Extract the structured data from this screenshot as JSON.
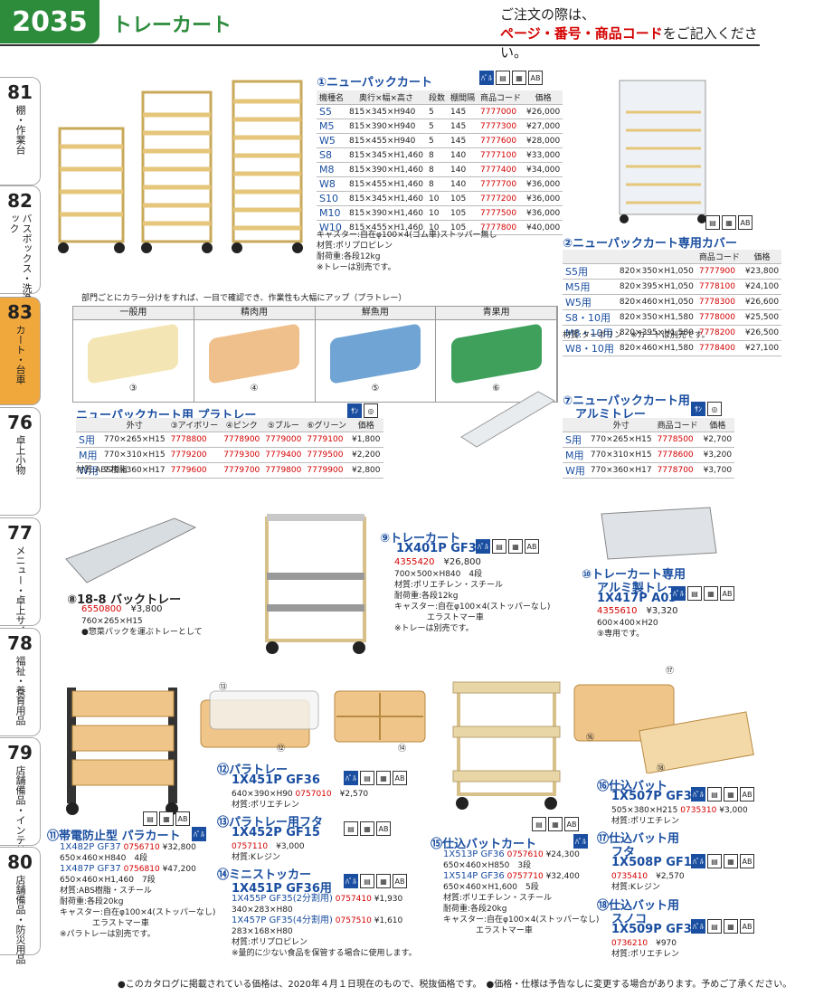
{
  "header": {
    "page_number": "2035",
    "title": "トレーカート",
    "order_note_line1": "ご注文の際は、",
    "order_note_line2_red": "ページ・番号・商品コード",
    "order_note_line2_rest": "をご記入ください。"
  },
  "sidebar": [
    {
      "num": "81",
      "label": "棚・作業台"
    },
    {
      "num": "82",
      "label": "バスボックス・洗浄ラック"
    },
    {
      "num": "83",
      "label": "カート・台車"
    },
    {
      "num": "76",
      "label": "卓上小物"
    },
    {
      "num": "77",
      "label": "メニュー・卓上サイン"
    },
    {
      "num": "78",
      "label": "福祉・養育用品"
    },
    {
      "num": "79",
      "label": "店舗備品・インテリア"
    },
    {
      "num": "80",
      "label": "店舗備品・防災用品"
    }
  ],
  "item1": {
    "title": "①ニューパックカート",
    "headers": [
      "機種名",
      "奥行×幅×高さ",
      "段数",
      "棚間隔",
      "商品コード",
      "価格"
    ],
    "rows": [
      [
        "S5",
        "815×345×H940",
        "5",
        "145",
        "7777000",
        "¥26,000"
      ],
      [
        "M5",
        "815×390×H940",
        "5",
        "145",
        "7777300",
        "¥27,000"
      ],
      [
        "W5",
        "815×455×H940",
        "5",
        "145",
        "7777600",
        "¥28,000"
      ],
      [
        "S8",
        "815×345×H1,460",
        "8",
        "140",
        "7777100",
        "¥33,000"
      ],
      [
        "M8",
        "815×390×H1,460",
        "8",
        "140",
        "7777400",
        "¥34,000"
      ],
      [
        "W8",
        "815×455×H1,460",
        "8",
        "140",
        "7777700",
        "¥36,000"
      ],
      [
        "S10",
        "815×345×H1,460",
        "10",
        "105",
        "7777200",
        "¥36,000"
      ],
      [
        "M10",
        "815×390×H1,460",
        "10",
        "105",
        "7777500",
        "¥36,000"
      ],
      [
        "W10",
        "815×455×H1,460",
        "10",
        "105",
        "7777800",
        "¥40,000"
      ]
    ],
    "notes": [
      "キャスター:自在φ100×4(ゴム車)ストッパー無し",
      "材質:ポリプロピレン",
      "耐荷重:各段12kg",
      "※トレーは別売です。"
    ]
  },
  "item2": {
    "title": "②ニューパックカート専用カバー",
    "headers": [
      "",
      "",
      "商品コード",
      "価格"
    ],
    "rows": [
      [
        "S5用",
        "820×350×H1,050",
        "7777900",
        "¥23,800"
      ],
      [
        "M5用",
        "820×395×H1,050",
        "7778100",
        "¥24,100"
      ],
      [
        "W5用",
        "820×460×H1,050",
        "7778300",
        "¥26,600"
      ],
      [
        "S8・10用",
        "820×350×H1,580",
        "7778000",
        "¥25,500"
      ],
      [
        "M8・10用",
        "820×395×H1,580",
        "7778200",
        "¥26,500"
      ],
      [
        "W8・10用",
        "820×460×H1,580",
        "7778400",
        "¥27,100"
      ]
    ],
    "note": "材質:ターポリン　※カートは別売です。"
  },
  "color_note": "部門ごとにカラー分けをすれば、一目で確認でき、作業性も大幅にアップ（プラトレー）",
  "color_panel": {
    "labels": [
      "一般用",
      "精肉用",
      "鮮魚用",
      "青果用"
    ],
    "nums": [
      "③",
      "④",
      "⑤",
      "⑥"
    ],
    "colors": [
      "#f4e6b4",
      "#f0c08c",
      "#6fa4d4",
      "#3fa05c"
    ]
  },
  "plat_tray": {
    "title": "ニューパックカート用 プラトレー",
    "headers": [
      "",
      "外寸",
      "③アイボリー",
      "④ピンク",
      "⑤ブルー",
      "⑥グリーン",
      "価格"
    ],
    "rows": [
      [
        "S用",
        "770×265×H15",
        "7778800",
        "7778900",
        "7779000",
        "7779100",
        "¥1,800"
      ],
      [
        "M用",
        "770×310×H15",
        "7779200",
        "7779300",
        "7779400",
        "7779500",
        "¥2,200"
      ],
      [
        "W用",
        "770×360×H17",
        "7779600",
        "7779700",
        "7779800",
        "7779900",
        "¥2,800"
      ]
    ],
    "note": "材質:ABS樹脂"
  },
  "item7": {
    "title_line1": "⑦ニューパックカート用",
    "title_line2": "アルミトレー",
    "headers": [
      "",
      "外寸",
      "商品コード",
      "価格"
    ],
    "rows": [
      [
        "S用",
        "770×265×H15",
        "7778500",
        "¥2,700"
      ],
      [
        "M用",
        "770×310×H15",
        "7778600",
        "¥3,200"
      ],
      [
        "W用",
        "770×360×H17",
        "7778700",
        "¥3,700"
      ]
    ]
  },
  "item8": {
    "title": "⑧18-8 バックトレー",
    "code": "6550800",
    "price": "¥3,800",
    "size": "760×265×H15",
    "note": "●惣菜パックを運ぶトレーとして"
  },
  "item9": {
    "title_line1": "⑨トレーカート",
    "title_line2": "1X401P GF36",
    "code": "4355420",
    "price": "¥26,800",
    "notes": [
      "700×500×H840　4段",
      "材質:ポリエチレン・スチール",
      "耐荷重:各段12kg",
      "キャスター:自在φ100×4(ストッパーなし)",
      "　　　　エラストマー車",
      "※トレーは別売です。"
    ]
  },
  "item10": {
    "title_line1": "⑩トレーカート専用",
    "title_line2": "アルミ製トレー",
    "title_line3": "1X417P A03",
    "code": "4355610",
    "price": "¥3,320",
    "notes": [
      "600×400×H20",
      "⑨専用です。"
    ]
  },
  "item11": {
    "title": "⑪帯電防止型 パラカート",
    "lines": [
      {
        "model": "1X482P GF37",
        "code": "0756710",
        "price": "¥32,800"
      },
      {
        "text": "650×460×H840　4段"
      },
      {
        "model": "1X487P GF37",
        "code": "0756810",
        "price": "¥47,200"
      },
      {
        "text": "650×460×H1,460　7段"
      },
      {
        "text": "材質:ABS樹脂・スチール"
      },
      {
        "text": "耐荷重:各段20kg"
      },
      {
        "text": "キャスター:自在φ100×4(ストッパーなし)"
      },
      {
        "text": "　　　　エラストマー車"
      },
      {
        "text": "※パラトレーは別売です。"
      }
    ]
  },
  "item12": {
    "title_line1": "⑫パラトレー",
    "title_line2": "1X451P GF36",
    "size": "640×390×H90",
    "code": "0757010",
    "price": "¥2,570",
    "material": "材質:ポリエチレン"
  },
  "item13": {
    "title_line1": "⑬パラトレー用フタ",
    "title_line2": "1X452P GF15",
    "code": "0757110",
    "price": "¥3,000",
    "material": "材質:Kレジン"
  },
  "item14": {
    "title_line1": "⑭ミニストッカー",
    "title_line2": "1X451P GF36用",
    "lines": [
      {
        "model": "1X455P GF35(2分割用)",
        "code": "0757410",
        "price": "¥1,930"
      },
      {
        "text": "340×283×H80"
      },
      {
        "model": "1X457P GF35(4分割用)",
        "code": "0757510",
        "price": "¥1,610"
      },
      {
        "text": "283×168×H80"
      },
      {
        "text": "材質:ポリプロピレン"
      },
      {
        "text": "※量的に少ない食品を保管する場合に使用します。"
      }
    ]
  },
  "item15": {
    "title": "⑮仕込バットカート",
    "lines": [
      {
        "model": "1X513P GF36",
        "code": "0757610",
        "price": "¥24,300"
      },
      {
        "text": "650×460×H850　3段"
      },
      {
        "model": "1X514P GF36",
        "code": "0757710",
        "price": "¥32,400"
      },
      {
        "text": "650×460×H1,600　5段"
      },
      {
        "text": "材質:ポリエチレン・スチール"
      },
      {
        "text": "耐荷重:各段20kg"
      },
      {
        "text": "キャスター:自在φ100×4(ストッパーなし)"
      },
      {
        "text": "　　　　エラストマー車"
      }
    ]
  },
  "item16": {
    "title_line1": "⑯仕込バット",
    "title_line2": "1X507P GF36",
    "size": "505×380×H215",
    "code": "0735310",
    "price": "¥3,000",
    "material": "材質:ポリエチレン"
  },
  "item17": {
    "title_line1": "⑰仕込バット用",
    "title_line2": "フタ",
    "title_line3": "1X508P GF15",
    "code": "0735410",
    "price": "¥2,570",
    "material": "材質:Kレジン"
  },
  "item18": {
    "title_line1": "⑱仕込バット用",
    "title_line2": "スノコ",
    "title_line3": "1X509P GF36",
    "code": "0736210",
    "price": "¥970",
    "material": "材質:ポリエチレン"
  },
  "image_labels": {
    "n12": "⑫",
    "n13": "⑬",
    "n14": "⑭",
    "n16": "⑯",
    "n17": "⑰",
    "n18": "⑱"
  },
  "footer": "●このカタログに掲載されている価格は、2020年４月１日現在のもので、税抜価格です。　●価格・仕様は予告なしに変更する場合があります。予めご了承ください。"
}
